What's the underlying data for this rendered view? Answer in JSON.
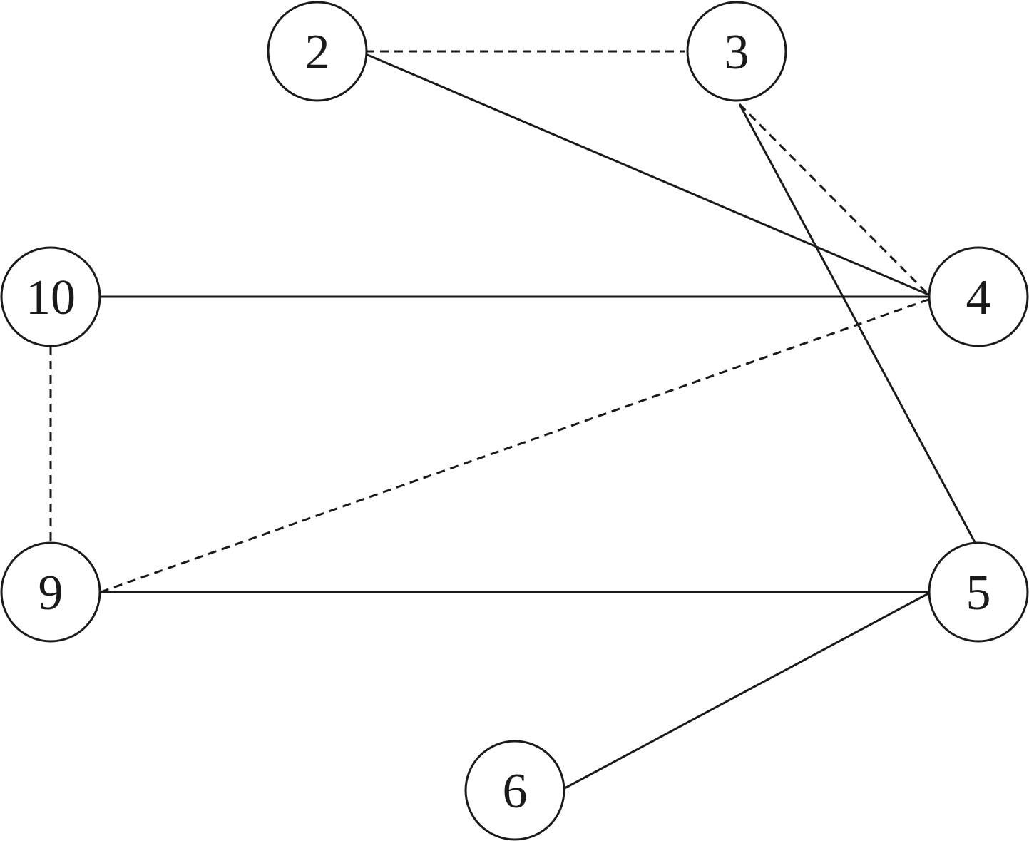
{
  "nodes": [
    {
      "id": "2",
      "label": "2"
    },
    {
      "id": "3",
      "label": "3"
    },
    {
      "id": "4",
      "label": "4"
    },
    {
      "id": "5",
      "label": "5"
    },
    {
      "id": "6",
      "label": "6"
    },
    {
      "id": "9",
      "label": "9"
    },
    {
      "id": "10",
      "label": "10"
    }
  ],
  "edges": [
    {
      "from": "2",
      "to": "3",
      "style": "dashed"
    },
    {
      "from": "2",
      "to": "4",
      "style": "solid"
    },
    {
      "from": "3",
      "to": "4",
      "style": "dashed"
    },
    {
      "from": "3",
      "to": "5",
      "style": "solid"
    },
    {
      "from": "10",
      "to": "4",
      "style": "solid"
    },
    {
      "from": "10",
      "to": "9",
      "style": "dashed"
    },
    {
      "from": "9",
      "to": "4",
      "style": "dashed"
    },
    {
      "from": "9",
      "to": "5",
      "style": "solid"
    },
    {
      "from": "6",
      "to": "5",
      "style": "solid"
    }
  ],
  "colors": {
    "stroke": "#1a1a1a",
    "background": "#ffffff"
  }
}
